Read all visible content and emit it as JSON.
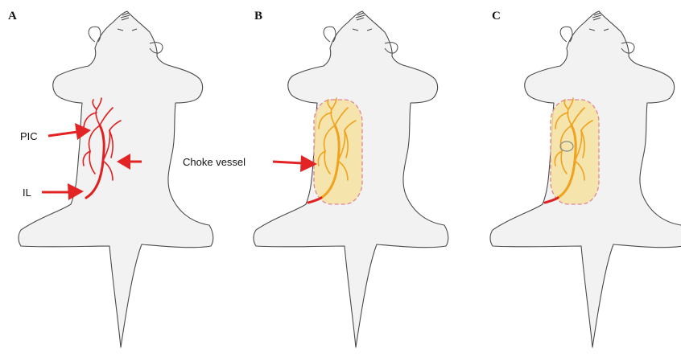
{
  "figure": {
    "panels": [
      {
        "letter": "A",
        "labels": {
          "pic": "PIC",
          "il": "IL",
          "choke": "Choke vessel"
        }
      },
      {
        "letter": "B"
      },
      {
        "letter": "C"
      }
    ]
  },
  "colors": {
    "body_fill": "#f2f2f2",
    "outline": "#4a4a4a",
    "arrow": "#e32424",
    "vessel_red": "#e02020",
    "vessel_orange": "#f0a21e",
    "flap_fill": "#f6e3a0",
    "flap_border": "#e0849a"
  }
}
